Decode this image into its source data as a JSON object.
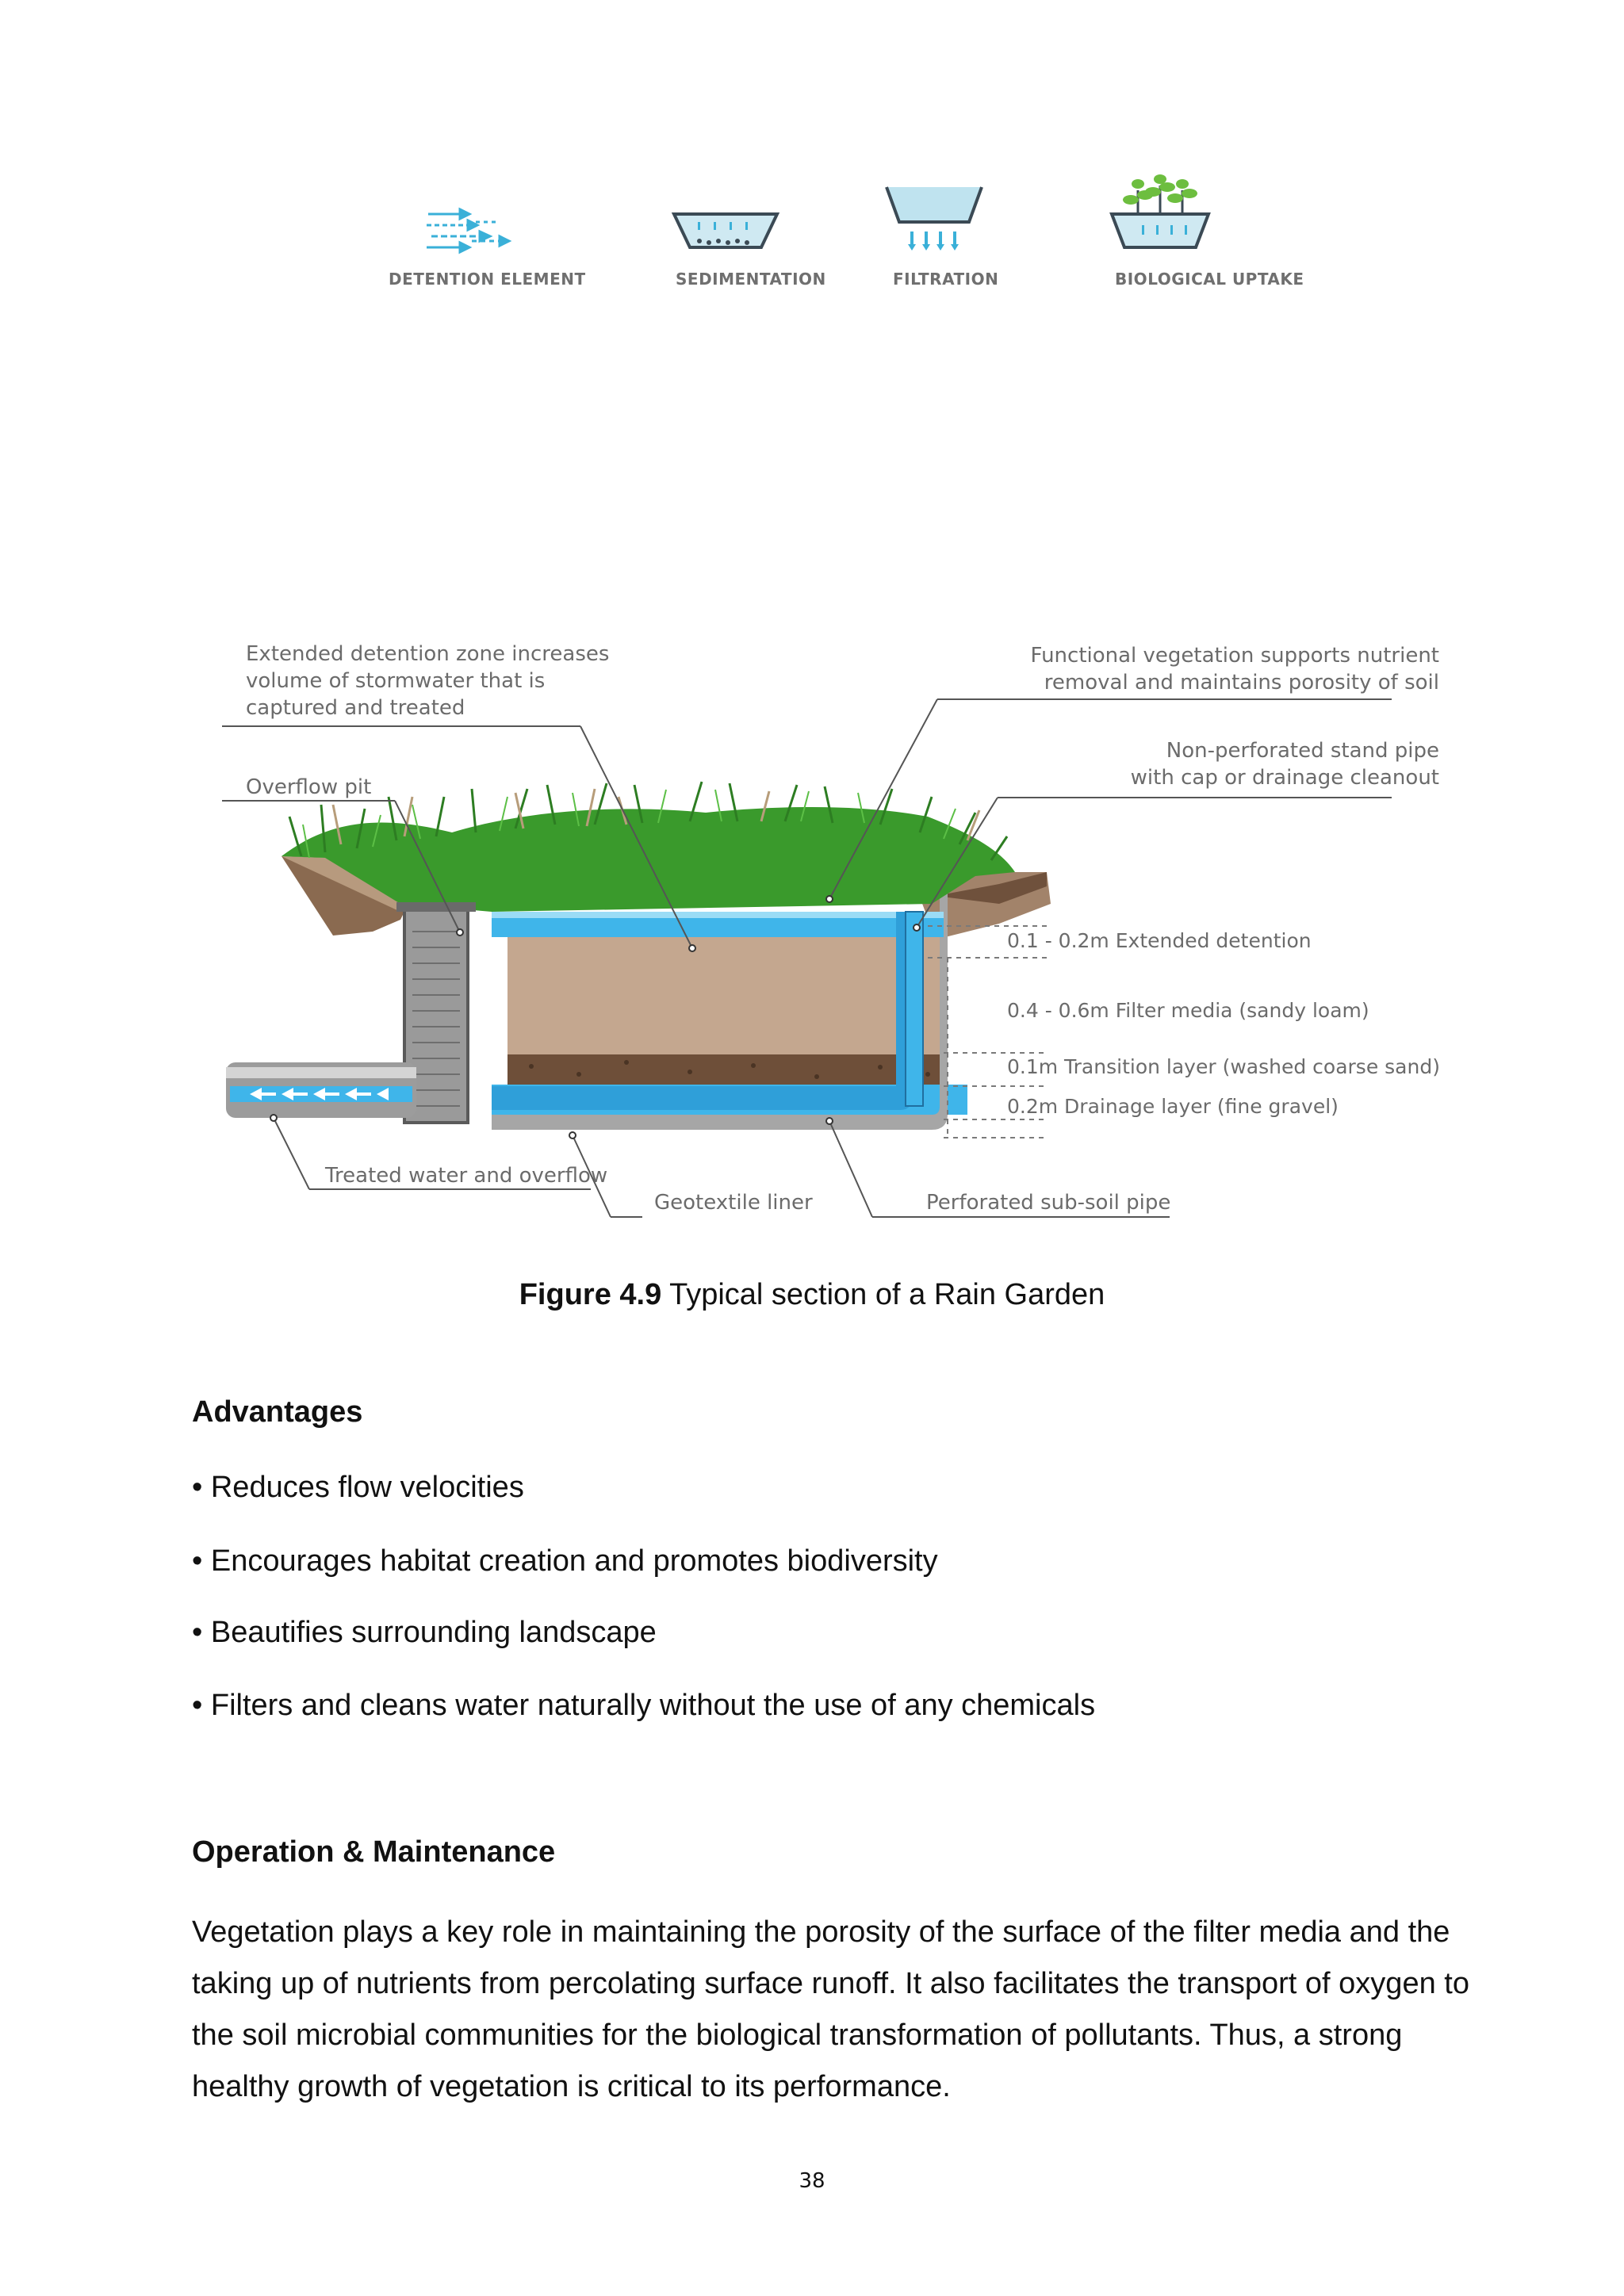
{
  "process_icons": [
    {
      "label": "DETENTION ELEMENT",
      "icon": "detention-arrows-icon"
    },
    {
      "label": "SEDIMENTATION",
      "icon": "sedimentation-basin-icon"
    },
    {
      "label": "FILTRATION",
      "icon": "filtration-basin-icon"
    },
    {
      "label": "BIOLOGICAL UPTAKE",
      "icon": "plant-basin-icon"
    }
  ],
  "diagram": {
    "callouts": {
      "extended_detention": [
        "Extended detention zone increases",
        "volume of stormwater that is",
        "captured and treated"
      ],
      "overflow_pit": "Overflow pit",
      "functional_vegetation": [
        "Functional vegetation supports nutrient",
        "removal and maintains porosity of soil"
      ],
      "stand_pipe": [
        "Non-perforated stand pipe",
        "with cap or drainage cleanout"
      ],
      "treated_water": "Treated water and overflow",
      "geotextile": "Geotextile liner",
      "subsoil_pipe": "Perforated sub-soil pipe"
    },
    "layers": [
      "0.1 - 0.2m Extended detention",
      "0.4 - 0.6m Filter media (sandy loam)",
      "0.1m Transition layer (washed coarse sand)",
      "0.2m Drainage layer (fine gravel)"
    ],
    "colors": {
      "water": "#3fb5ea",
      "filter_media": "#c4a78f",
      "transition": "#6e4f39",
      "grass": "#3a9a2c",
      "pit": "#9a9a9a"
    }
  },
  "caption": {
    "label": "Figure 4.9",
    "text": " Typical section of a Rain Garden"
  },
  "advantages": {
    "heading": "Advantages",
    "items": [
      "• Reduces flow velocities",
      "• Encourages habitat creation and promotes biodiversity",
      "• Beautifies surrounding landscape",
      "• Filters and cleans water naturally without the use of any chemicals"
    ]
  },
  "maintenance": {
    "heading": "Operation & Maintenance",
    "lines": [
      "Vegetation plays a key role in maintaining the porosity of the surface of the filter media and the",
      "taking up of nutrients from percolating surface runoff. It also facilitates the transport of oxygen to",
      "the soil microbial communities for the biological transformation of pollutants. Thus, a strong",
      "healthy growth of vegetation is critical to its performance."
    ]
  },
  "page_number": "38"
}
